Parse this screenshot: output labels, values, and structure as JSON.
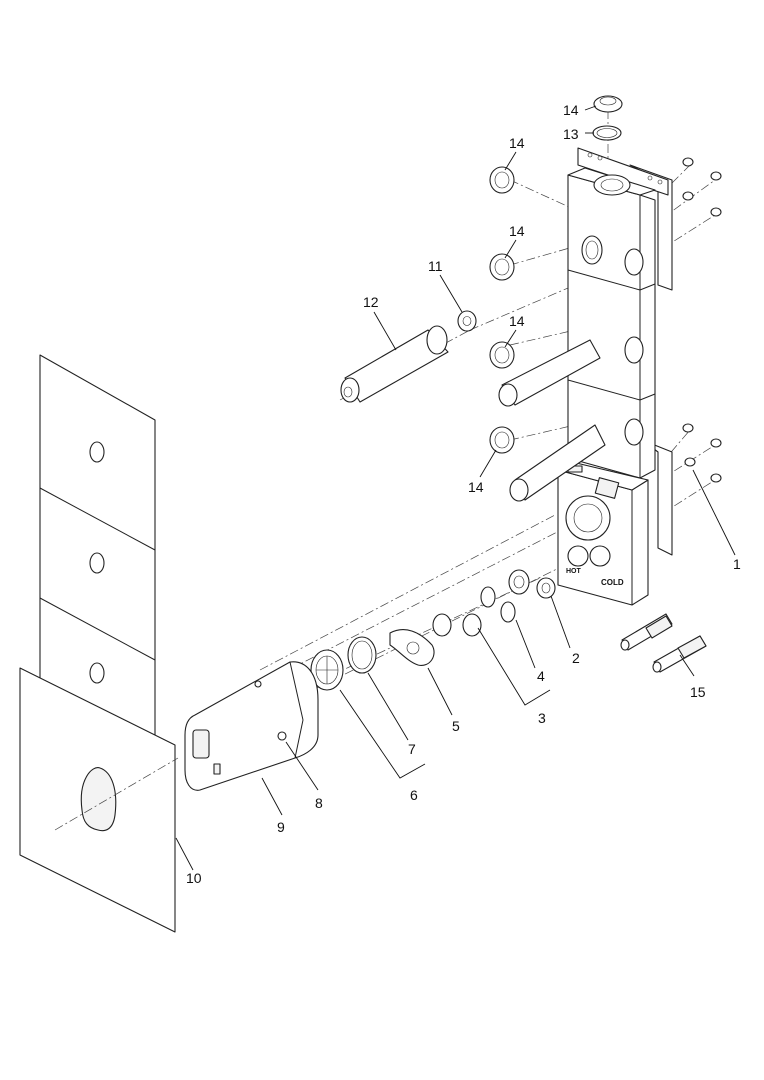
{
  "labels": {
    "l1": "1",
    "l2": "2",
    "l3": "3",
    "l4": "4",
    "l5": "5",
    "l6": "6",
    "l7": "7",
    "l8": "8",
    "l9": "9",
    "l10": "10",
    "l11": "11",
    "l12": "12",
    "l13": "13",
    "l14a": "14",
    "l14b": "14",
    "l14c": "14",
    "l14d": "14",
    "l14e": "14",
    "l15": "15"
  },
  "stamps": {
    "cold": "COLD",
    "hot": "HOT"
  },
  "colors": {
    "line": "#222222",
    "background": "#ffffff"
  }
}
